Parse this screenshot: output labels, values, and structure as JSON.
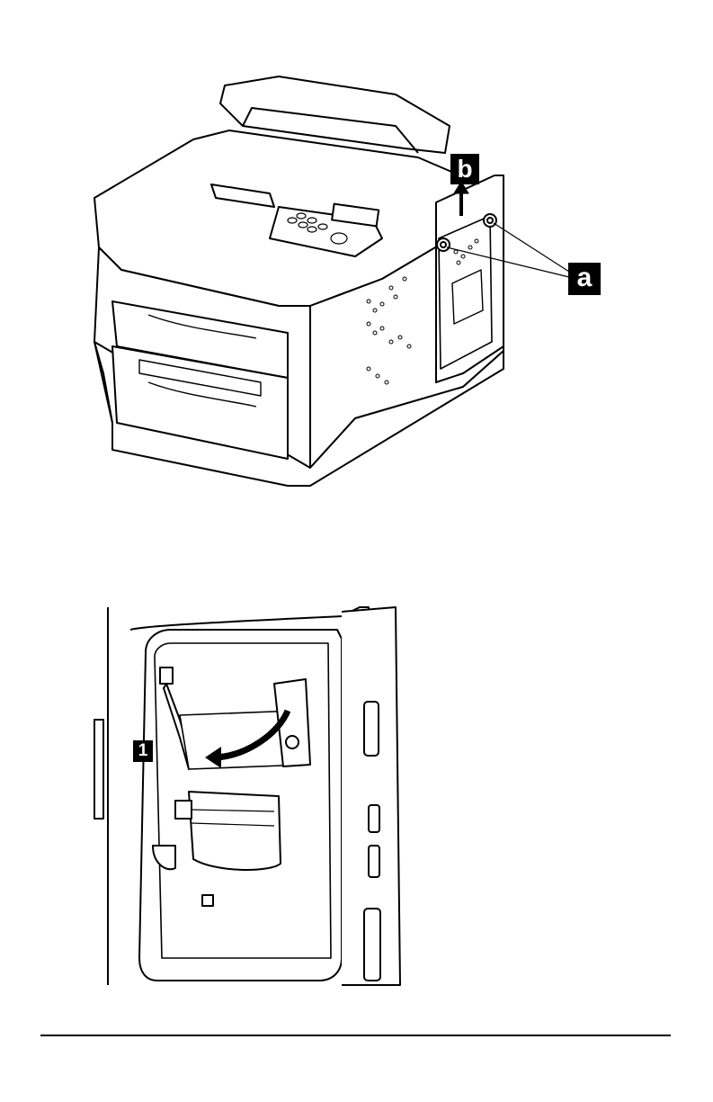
{
  "figures": {
    "printer_side_panel": {
      "callouts": {
        "a": "a",
        "b": "b"
      }
    },
    "interface_bay": {
      "callouts": {
        "step": "1"
      }
    }
  }
}
